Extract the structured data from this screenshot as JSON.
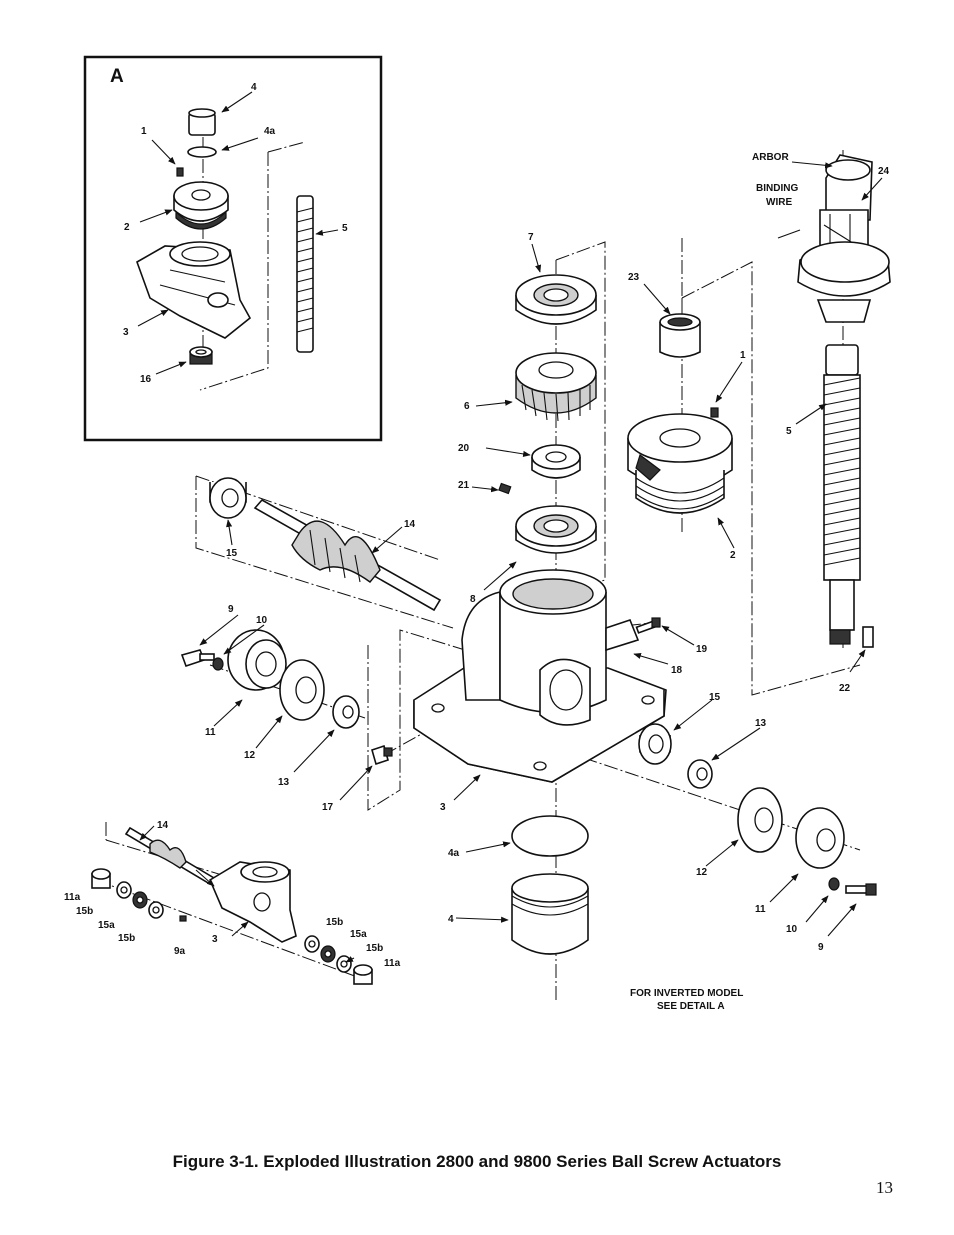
{
  "detail": {
    "letter": "A"
  },
  "labels": {
    "arbor": "ARBOR",
    "binding_wire_1": "BINDING",
    "binding_wire_2": "WIRE",
    "inverted_note_1": "FOR INVERTED MODEL",
    "inverted_note_2": "SEE DETAIL A"
  },
  "callouts": {
    "a_4": "4",
    "a_4a": "4a",
    "a_1": "1",
    "a_2": "2",
    "a_5": "5",
    "a_3": "3",
    "a_16": "16",
    "m_7": "7",
    "m_23": "23",
    "m_24": "24",
    "m_1": "1",
    "m_6": "6",
    "m_5": "5",
    "m_20": "20",
    "m_21": "21",
    "m_14": "14",
    "m_15": "15",
    "m_2": "2",
    "m_8": "8",
    "m_9": "9",
    "m_10": "10",
    "m_19": "19",
    "m_18": "18",
    "m_22": "22",
    "m_15b": "15",
    "m_13r": "13",
    "m_11": "11",
    "m_12": "12",
    "m_13": "13",
    "m_17": "17",
    "m_3": "3",
    "m_4a": "4a",
    "m_12r": "12",
    "m_4": "4",
    "m_11r": "11",
    "m_10r": "10",
    "m_9r": "9",
    "s_14": "14",
    "s_11a": "11a",
    "s_15b": "15b",
    "s_15a": "15a",
    "s_15b2": "15b",
    "s_9a": "9a",
    "s_3": "3",
    "s_15b3": "15b",
    "s_15a2": "15a",
    "s_15b4": "15b",
    "s_11a2": "11a"
  },
  "caption": "Figure 3-1. Exploded Illustration 2800 and 9800 Series Ball Screw Actuators",
  "page_number": "13"
}
